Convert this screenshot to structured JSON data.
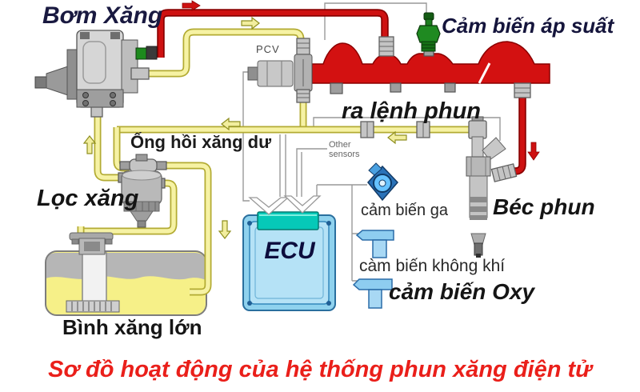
{
  "caption": "Sơ đồ hoạt động của hệ thống phun xăng điện tử",
  "labels": {
    "fuel_pump": "Bơm Xăng",
    "pcv": "PCV",
    "pressure_sensor": "Cảm biến áp suất",
    "injection_command": "ra lệnh phun",
    "fuel_return_pipe": "Ống hồi xăng dư",
    "other_sensors_line1": "Other",
    "other_sensors_line2": "sensors",
    "fuel_filter": "Lọc xăng",
    "throttle_sensor": "cảm biến ga",
    "injector": "Béc phun",
    "ecu": "ECU",
    "air_sensor": "càm biến không khí",
    "oxygen_sensor": "cảm biến Oxy",
    "fuel_tank": "Bình xăng lớn"
  },
  "icons": {
    "flow_arrow_red_right": "→",
    "flow_arrow_red_down": "↓",
    "flow_arrow_fuel_right": "→",
    "flow_arrow_fuel_left": "←",
    "flow_arrow_fuel_up": "↑",
    "flow_arrow_fuel_down": "↓"
  },
  "colors": {
    "high_pressure_pipe": "#ce1111",
    "fuel_rail_red": "#d31111",
    "fuel_pipe_yellow": "#f6f2a4",
    "fuel_yellow": "#f6f088",
    "component_gray": "#c4c4c4",
    "ecu_body_blue": "#8fd2ee",
    "ecu_connector_teal": "#06c9b8",
    "sensor_icon_blue": "#8ecdf0",
    "pressure_sensor_green": "#1f8a21",
    "caption_red": "#ea1f1a"
  }
}
